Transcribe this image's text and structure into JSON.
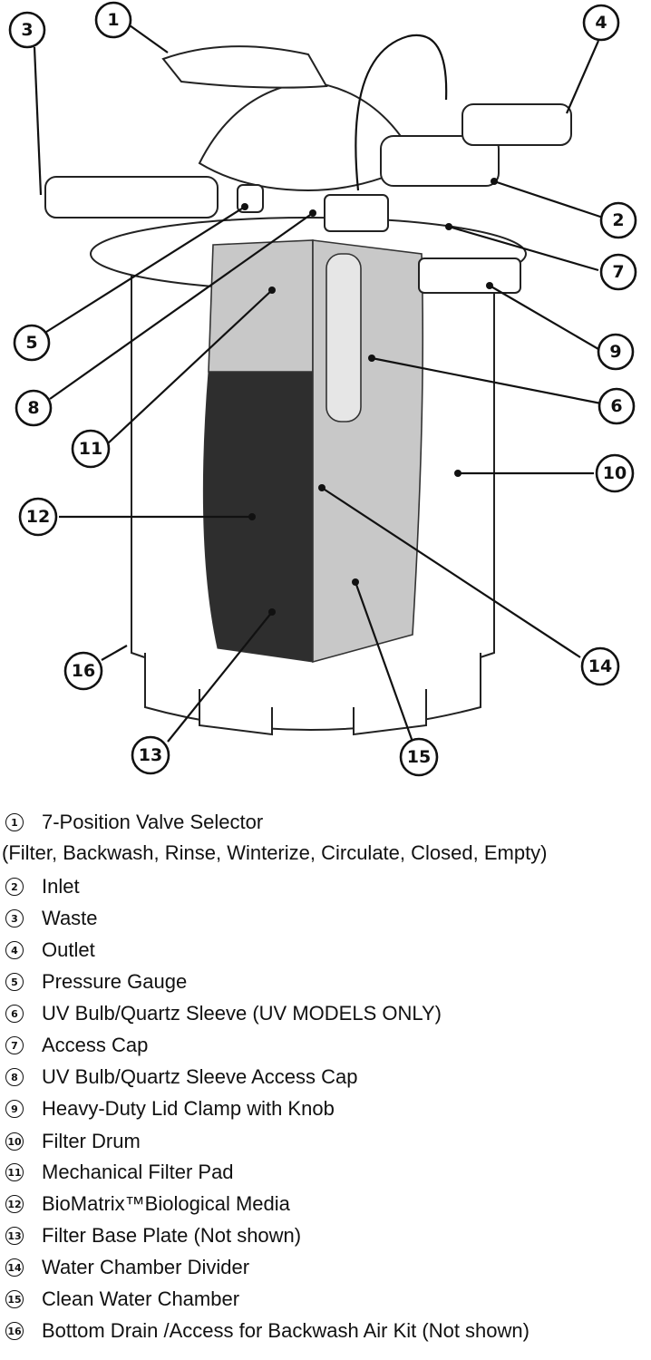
{
  "legend": [
    {
      "num": "1",
      "label": "7-Position Valve Selector"
    },
    {
      "num": "2",
      "label": "Inlet"
    },
    {
      "num": "3",
      "label": "Waste"
    },
    {
      "num": "4",
      "label": "Outlet"
    },
    {
      "num": "5",
      "label": "Pressure Gauge"
    },
    {
      "num": "6",
      "label": "UV Bulb/Quartz Sleeve (UV MODELS ONLY)"
    },
    {
      "num": "7",
      "label": "Access Cap"
    },
    {
      "num": "8",
      "label": "UV Bulb/Quartz Sleeve Access Cap"
    },
    {
      "num": "9",
      "label": "Heavy-Duty Lid Clamp with Knob"
    },
    {
      "num": "10",
      "label": "Filter Drum"
    },
    {
      "num": "11",
      "label": "Mechanical Filter Pad"
    },
    {
      "num": "12",
      "label": "BioMatrix™Biological Media"
    },
    {
      "num": "13",
      "label": "Filter Base Plate (Not shown)"
    },
    {
      "num": "14",
      "label": "Water Chamber Divider"
    },
    {
      "num": "15",
      "label": "Clean Water Chamber"
    },
    {
      "num": "16",
      "label": "Bottom Drain /Access for Backwash Air Kit (Not shown)"
    }
  ],
  "legend_sub": "(Filter, Backwash, Rinse, Winterize, Circulate, Closed, Empty)",
  "callouts": [
    "1",
    "2",
    "3",
    "4",
    "5",
    "6",
    "7",
    "8",
    "9",
    "10",
    "11",
    "12",
    "13",
    "14",
    "15",
    "16"
  ]
}
